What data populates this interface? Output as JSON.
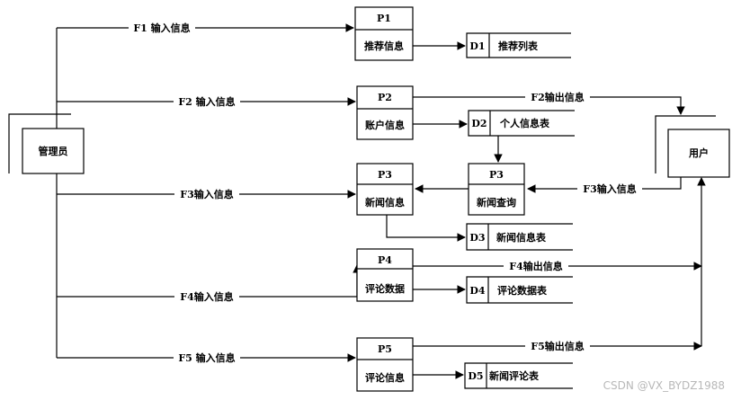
{
  "entities": {
    "admin": "管理员",
    "user": "用户"
  },
  "processes": [
    {
      "id": "P1",
      "name": "推荐信息"
    },
    {
      "id": "P2",
      "name": "账户信息"
    },
    {
      "id": "P3",
      "name": "新闻信息"
    },
    {
      "id": "P3",
      "name": "新闻查询"
    },
    {
      "id": "P4",
      "name": "评论数据"
    },
    {
      "id": "P5",
      "name": "评论信息"
    }
  ],
  "stores": [
    {
      "id": "D1",
      "name": "推荐列表"
    },
    {
      "id": "D2",
      "name": "个人信息表"
    },
    {
      "id": "D3",
      "name": "新闻信息表"
    },
    {
      "id": "D4",
      "name": "评论数据表"
    },
    {
      "id": "D5",
      "name": "新闻评论表"
    }
  ],
  "flows": {
    "f1_in": "F1 输入信息",
    "f2_in": "F2 输入信息",
    "f2_out": "F2输出信息",
    "f3_in_admin": "F3输入信息",
    "f3_in_user": "F3输入信息",
    "f4_in": "F4输入信息",
    "f4_out": "F4输出信息",
    "f5_in": "F5 输入信息",
    "f5_out": "F5输出信息"
  },
  "watermark": "CSDN @VX_BYDZ1988"
}
